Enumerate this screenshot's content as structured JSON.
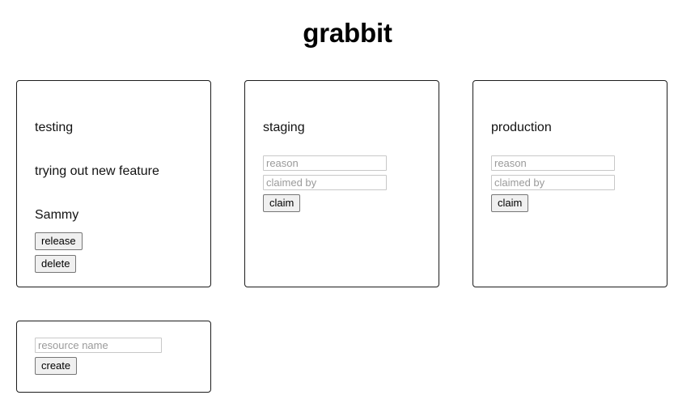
{
  "app": {
    "title": "grabbit",
    "accent_color": "#000000",
    "background_color": "#ffffff",
    "card_border_color": "#1c1c1c",
    "input_border_color": "#c8c8c8",
    "placeholder_color": "#9a9a9a",
    "button_background_color": "#f0f0f0",
    "button_border_color": "#767676"
  },
  "resources": [
    {
      "name": "testing",
      "claimed": true,
      "reason": "trying out new feature",
      "claimed_by": "Sammy",
      "release_label": "release",
      "delete_label": "delete"
    },
    {
      "name": "staging",
      "claimed": false,
      "reason_placeholder": "reason",
      "claimed_by_placeholder": "claimed by",
      "claim_label": "claim"
    },
    {
      "name": "production",
      "claimed": false,
      "reason_placeholder": "reason",
      "claimed_by_placeholder": "claimed by",
      "claim_label": "claim"
    }
  ],
  "create_form": {
    "resource_name_placeholder": "resource name",
    "resource_name_value": "",
    "create_label": "create"
  }
}
